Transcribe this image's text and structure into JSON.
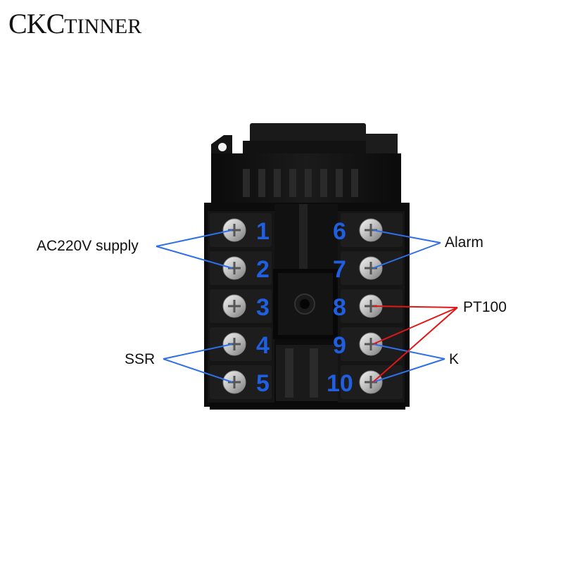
{
  "brand": {
    "name_big": "CKC",
    "name_small": "TINNER"
  },
  "diagram": {
    "terminals_left": [
      "1",
      "2",
      "3",
      "4",
      "5"
    ],
    "terminals_right": [
      "6",
      "7",
      "8",
      "9",
      "10"
    ],
    "labels": {
      "supply": "AC220V supply",
      "alarm": "Alarm",
      "pt100": "PT100",
      "ssr": "SSR",
      "k": "K"
    },
    "colors": {
      "blue_line": "#2f6fe8",
      "red_line": "#e01818",
      "number_color": "#1f5fe0",
      "housing": "#101010"
    }
  }
}
